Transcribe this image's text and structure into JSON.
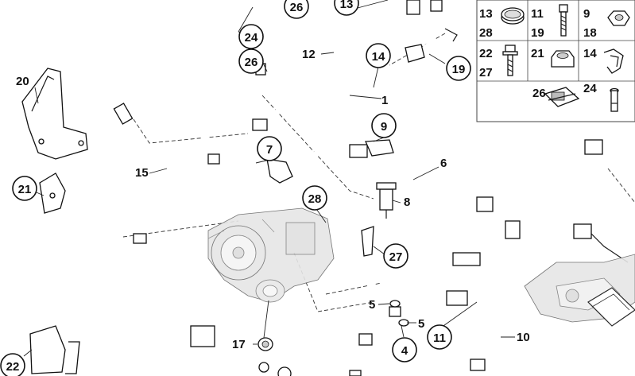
{
  "callouts": [
    {
      "id": "c26top",
      "text": "26"
    },
    {
      "id": "c13top",
      "text": "13"
    },
    {
      "id": "c24",
      "text": "24"
    },
    {
      "id": "c26b",
      "text": "26"
    },
    {
      "id": "c12",
      "text": "12"
    },
    {
      "id": "c14",
      "text": "14"
    },
    {
      "id": "c19",
      "text": "19"
    },
    {
      "id": "c1",
      "text": "1"
    },
    {
      "id": "c20",
      "text": "20"
    },
    {
      "id": "c9",
      "text": "9"
    },
    {
      "id": "c7",
      "text": "7"
    },
    {
      "id": "c6",
      "text": "6"
    },
    {
      "id": "c15",
      "text": "15"
    },
    {
      "id": "c21",
      "text": "21"
    },
    {
      "id": "c28",
      "text": "28"
    },
    {
      "id": "c8",
      "text": "8"
    },
    {
      "id": "c27",
      "text": "27"
    },
    {
      "id": "c5a",
      "text": "5"
    },
    {
      "id": "c5b",
      "text": "5"
    },
    {
      "id": "c11",
      "text": "11"
    },
    {
      "id": "c10",
      "text": "10"
    },
    {
      "id": "c17",
      "text": "17"
    },
    {
      "id": "c4",
      "text": "4"
    },
    {
      "id": "c22",
      "text": "22"
    }
  ],
  "legend": [
    {
      "id": "l13",
      "text": "13"
    },
    {
      "id": "l28",
      "text": "28"
    },
    {
      "id": "l11",
      "text": "11"
    },
    {
      "id": "l19",
      "text": "19"
    },
    {
      "id": "l9",
      "text": "9"
    },
    {
      "id": "l18",
      "text": "18"
    },
    {
      "id": "l22",
      "text": "22"
    },
    {
      "id": "l27",
      "text": "27"
    },
    {
      "id": "l21",
      "text": "21"
    },
    {
      "id": "l14",
      "text": "14"
    },
    {
      "id": "l26",
      "text": "26"
    },
    {
      "id": "l24",
      "text": "24"
    }
  ]
}
